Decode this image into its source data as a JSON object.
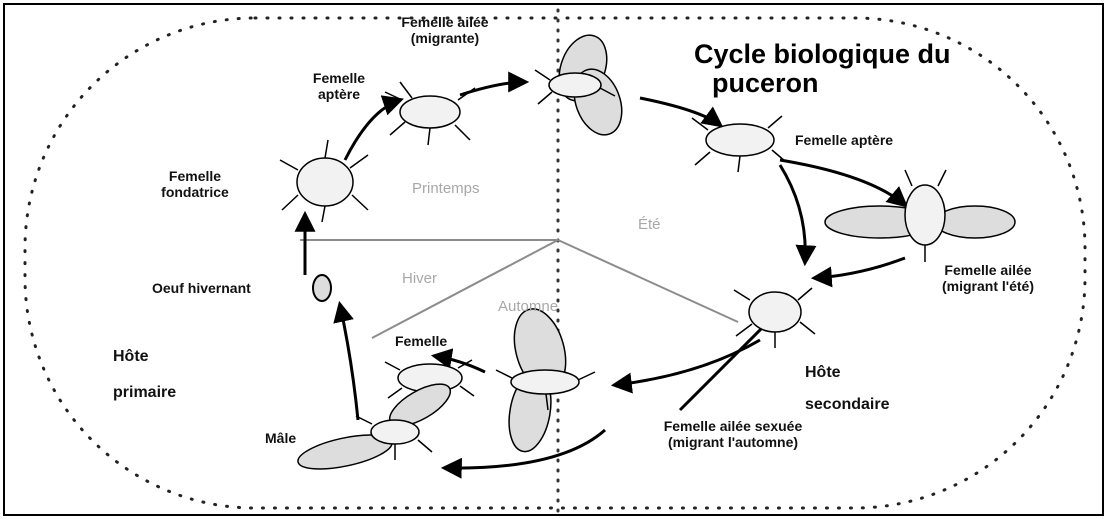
{
  "title": {
    "line1": "Cycle biologique du",
    "line2": "puceron"
  },
  "seasons": {
    "spring": "Printemps",
    "summer": "Été",
    "winter": "Hiver",
    "autumn": "Automne"
  },
  "stages": {
    "winged_migrant_line1": "Femelle ailée",
    "winged_migrant_line2": "(migrante)",
    "apterous_spring_line1": "Femelle",
    "apterous_spring_line2": "aptère",
    "fundatrix_line1": "Femelle",
    "fundatrix_line2": "fondatrice",
    "overwintering_egg": "Oeuf hivernant",
    "apterous_summer": "Femelle aptère",
    "winged_summer_line1": "Femelle ailée",
    "winged_summer_line2": "(migrant l'été)",
    "sexual_female": "Femelle",
    "male": "Mâle",
    "winged_sexual_line1": "Femelle ailée sexuée",
    "winged_sexual_line2": "(migrant l'automne)"
  },
  "hosts": {
    "primary_line1": "Hôte",
    "primary_line2": "primaire",
    "secondary_line1": "Hôte",
    "secondary_line2": "secondaire"
  }
}
